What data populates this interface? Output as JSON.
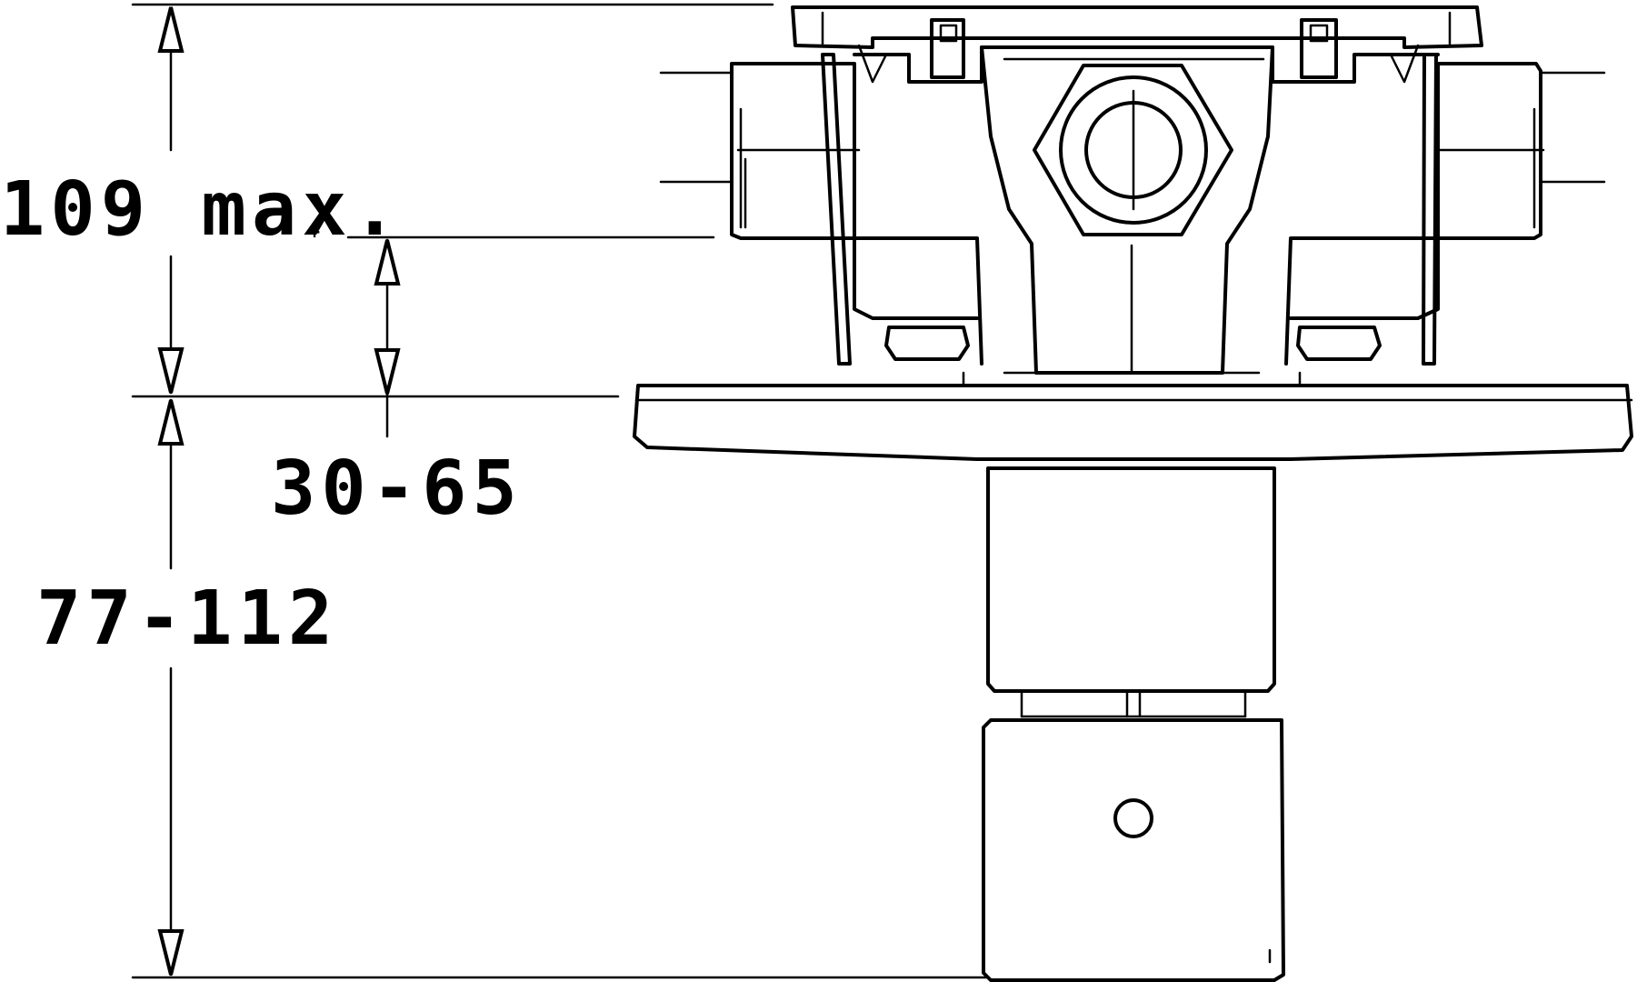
{
  "dimensions": {
    "total_depth_label": "109 max.",
    "total_depth_mark": "+",
    "wall_range_label": "30-65",
    "front_range_label": "77-112"
  },
  "colors": {
    "line": "#000000",
    "background": "#ffffff"
  }
}
